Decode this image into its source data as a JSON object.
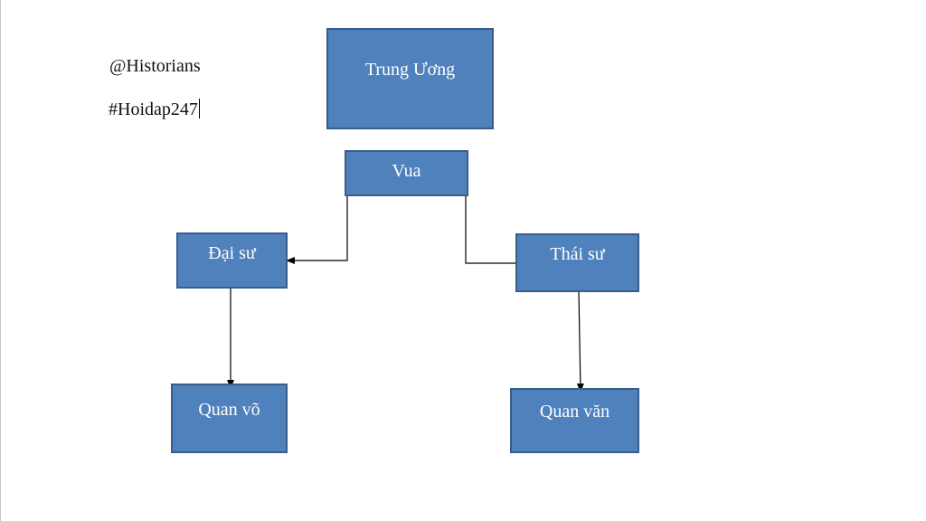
{
  "document": {
    "line1": "@Historians",
    "line2": "#Hoidap247"
  },
  "diagram": {
    "box_fill": "#4f81bd",
    "box_border": "#385d8a",
    "text_color": "#ffffff",
    "connector_color": "#000000",
    "nodes": {
      "trung_uong": "Trung Ương",
      "vua": "Vua",
      "dai_su": "Đại sư",
      "thai_su": "Thái sư",
      "quan_vo": "Quan võ",
      "quan_van": "Quan văn"
    },
    "edges": [
      {
        "from": "Vua",
        "to": "Đại sư"
      },
      {
        "from": "Vua",
        "to": "Thái sư"
      },
      {
        "from": "Đại sư",
        "to": "Quan võ"
      },
      {
        "from": "Thái sư",
        "to": "Quan văn"
      }
    ]
  }
}
